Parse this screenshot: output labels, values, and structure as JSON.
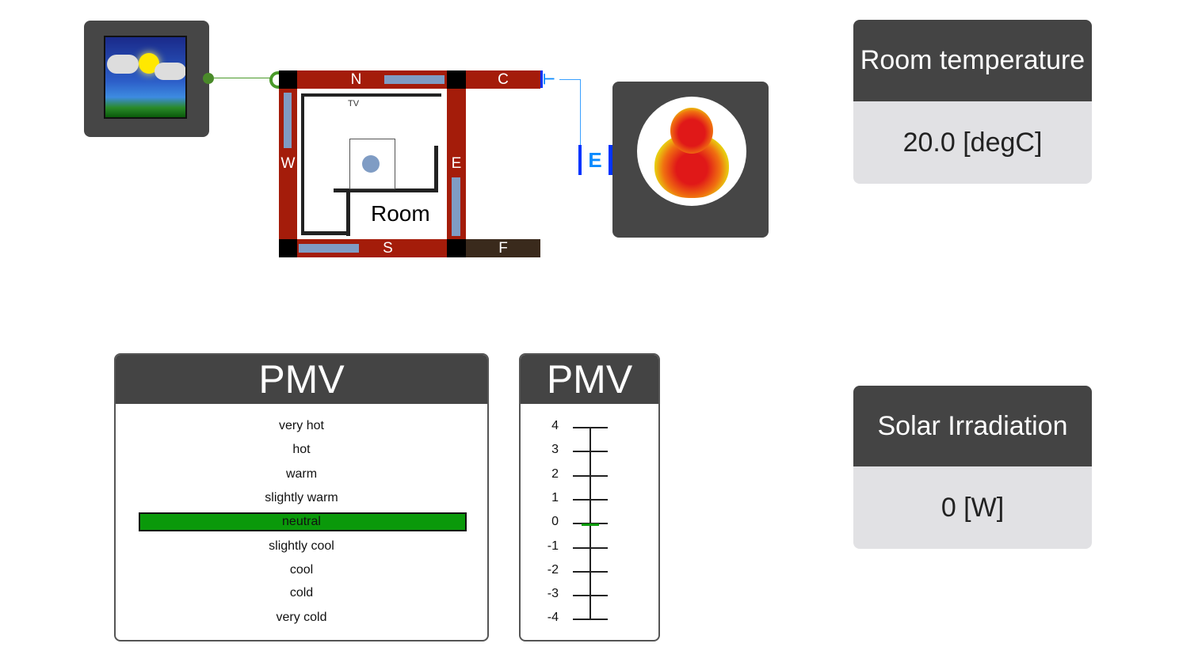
{
  "room": {
    "label": "Room",
    "walls": {
      "north": "N",
      "south": "S",
      "east": "E",
      "west": "W",
      "ceiling": "C",
      "floor": "F"
    },
    "tv_label": "TV"
  },
  "room_temperature": {
    "title": "Room temperature",
    "value": "20.0 [degC]"
  },
  "solar": {
    "title": "Solar Irradiation",
    "value": "0 [W]"
  },
  "pmv_labels": {
    "title": "PMV",
    "items": [
      "very hot",
      "hot",
      "warm",
      "slightly warm",
      "neutral",
      "slightly cool",
      "cool",
      "cold",
      "very cold"
    ],
    "active_index": 4,
    "active_color": "#0a990a"
  },
  "pmv_scale": {
    "title": "PMV",
    "ticks": [
      "4",
      "3",
      "2",
      "1",
      "0",
      "-1",
      "-2",
      "-3",
      "-4"
    ],
    "value": 0,
    "marker_color": "#0a990a"
  },
  "icons": {
    "weather": "sun-cloud-icon",
    "comfort": "thermal-body-icon"
  }
}
